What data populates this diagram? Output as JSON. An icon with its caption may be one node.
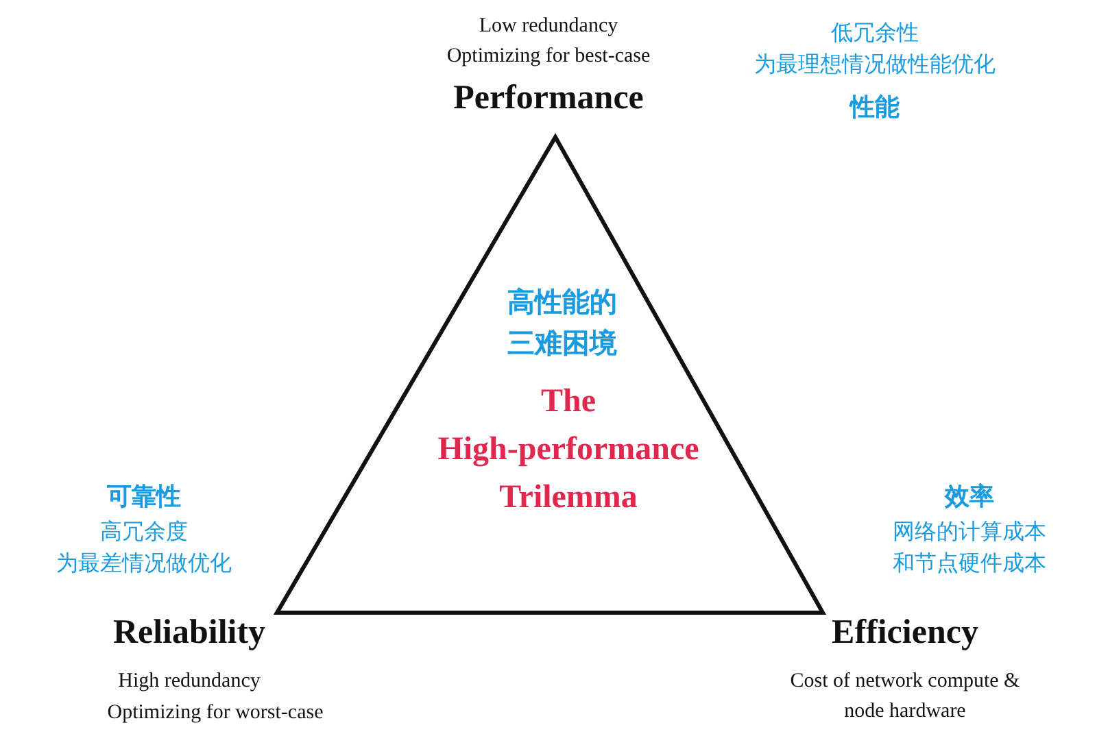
{
  "diagram": {
    "nodes": [
      {
        "text": [
          "高性能的三难困境",
          "The High-performance Trilemma"
        ]
      }
    ],
    "edges": [],
    "labels": [
      "Low redundancy",
      "Optimizing for best-case",
      "Performance",
      "低冗余性",
      "为最理想情况做性能优化",
      "性能",
      "可靠性",
      "高冗余度",
      "为最差情况做优化",
      "效率",
      "网络的计算成本和节点硬件成本",
      "Reliability",
      "Efficiency",
      "High redundancy",
      "Optimizing for worst-case",
      "Cost of network compute & node hardware"
    ]
  }
}
